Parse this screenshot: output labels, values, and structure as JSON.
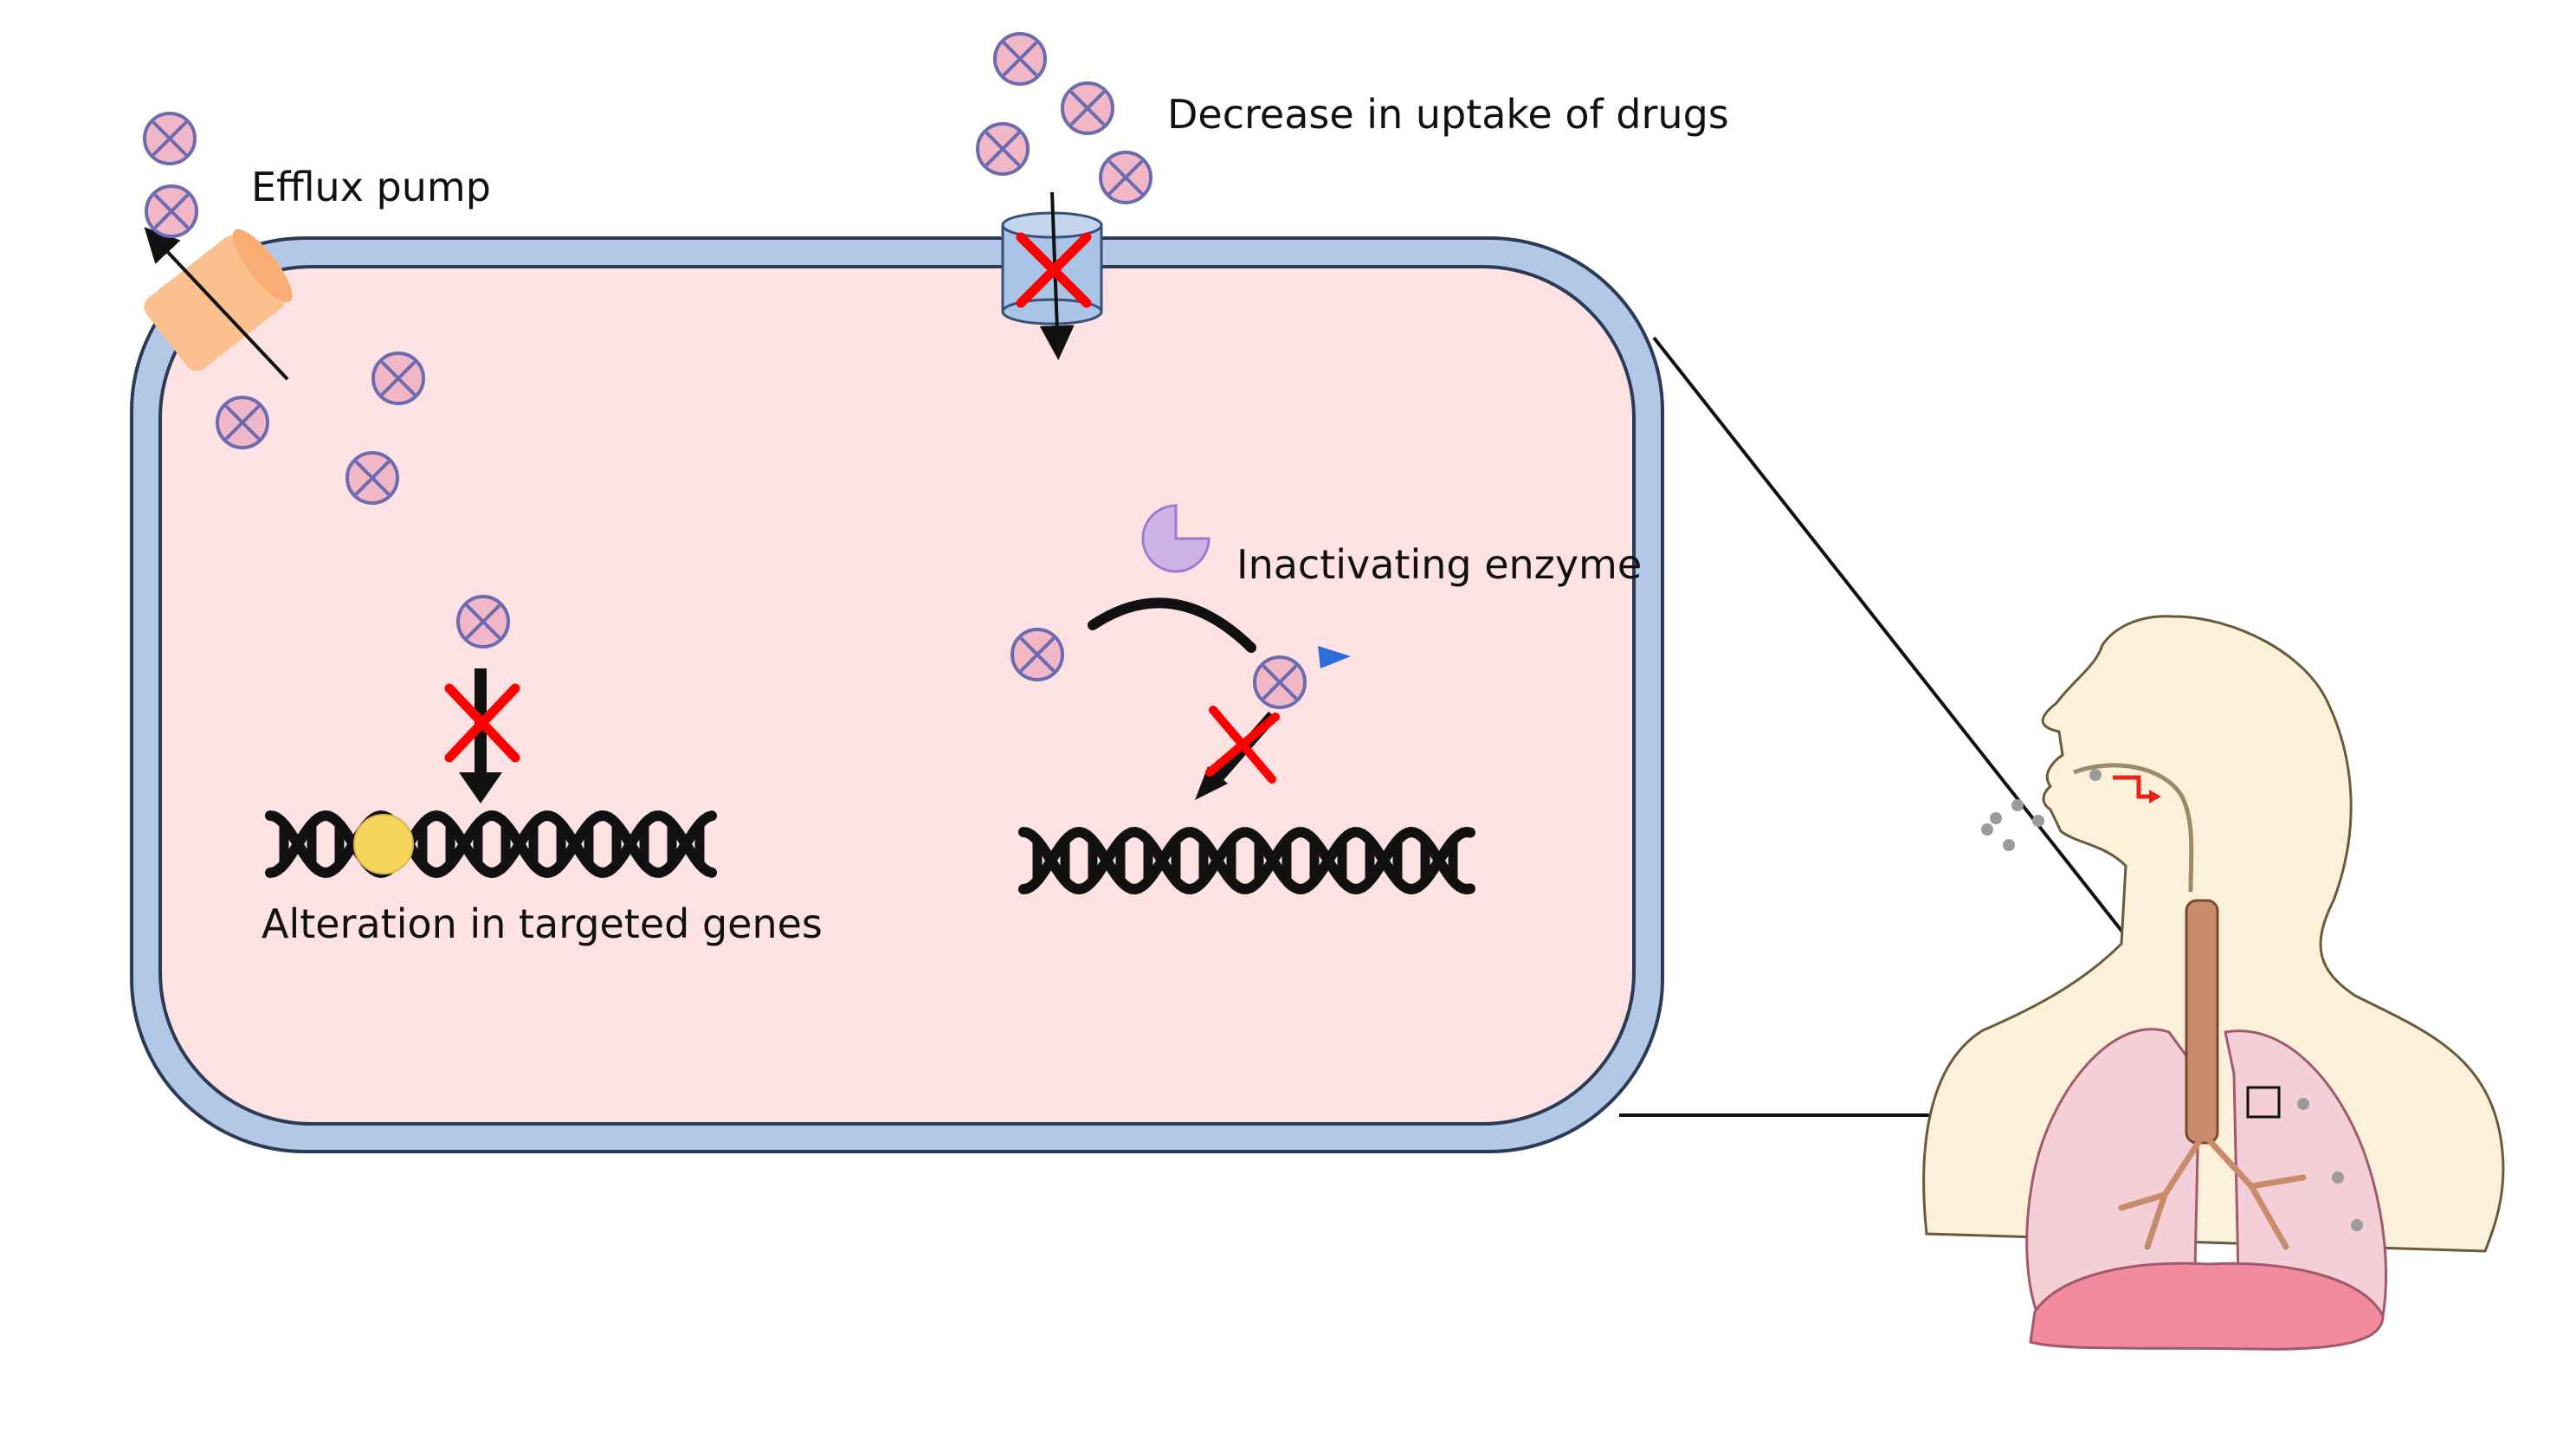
{
  "labels": {
    "efflux": "Efflux pump",
    "uptake": "Decrease in uptake of drugs",
    "enzyme": "Inactivating enzyme",
    "alteration": "Alteration in targeted genes"
  },
  "colors": {
    "cytoplasm": "#fde2e4",
    "membrane": "#b3c8e6",
    "membrane_edge": "#2b3a55",
    "drug_fill": "#f2b7c6",
    "drug_stroke": "#6b6bb0",
    "efflux_pump": "#fcc08f",
    "porin": "#a9c4e4",
    "block_cross": "#ff0000",
    "enzyme": "#cdb3e6",
    "gene_marker": "#f7d55c",
    "product": "#2c6cd6",
    "skin": "#fbf1da",
    "lung": "#f5cfd8",
    "diaphragm": "#f08a9c",
    "trachea": "#c98c6b"
  },
  "icons": [
    "drug-molecule-icon",
    "efflux-pump-icon",
    "porin-channel-icon",
    "block-cross-icon",
    "inactivating-enzyme-icon",
    "dna-helix-icon",
    "human-respiratory-icon"
  ]
}
